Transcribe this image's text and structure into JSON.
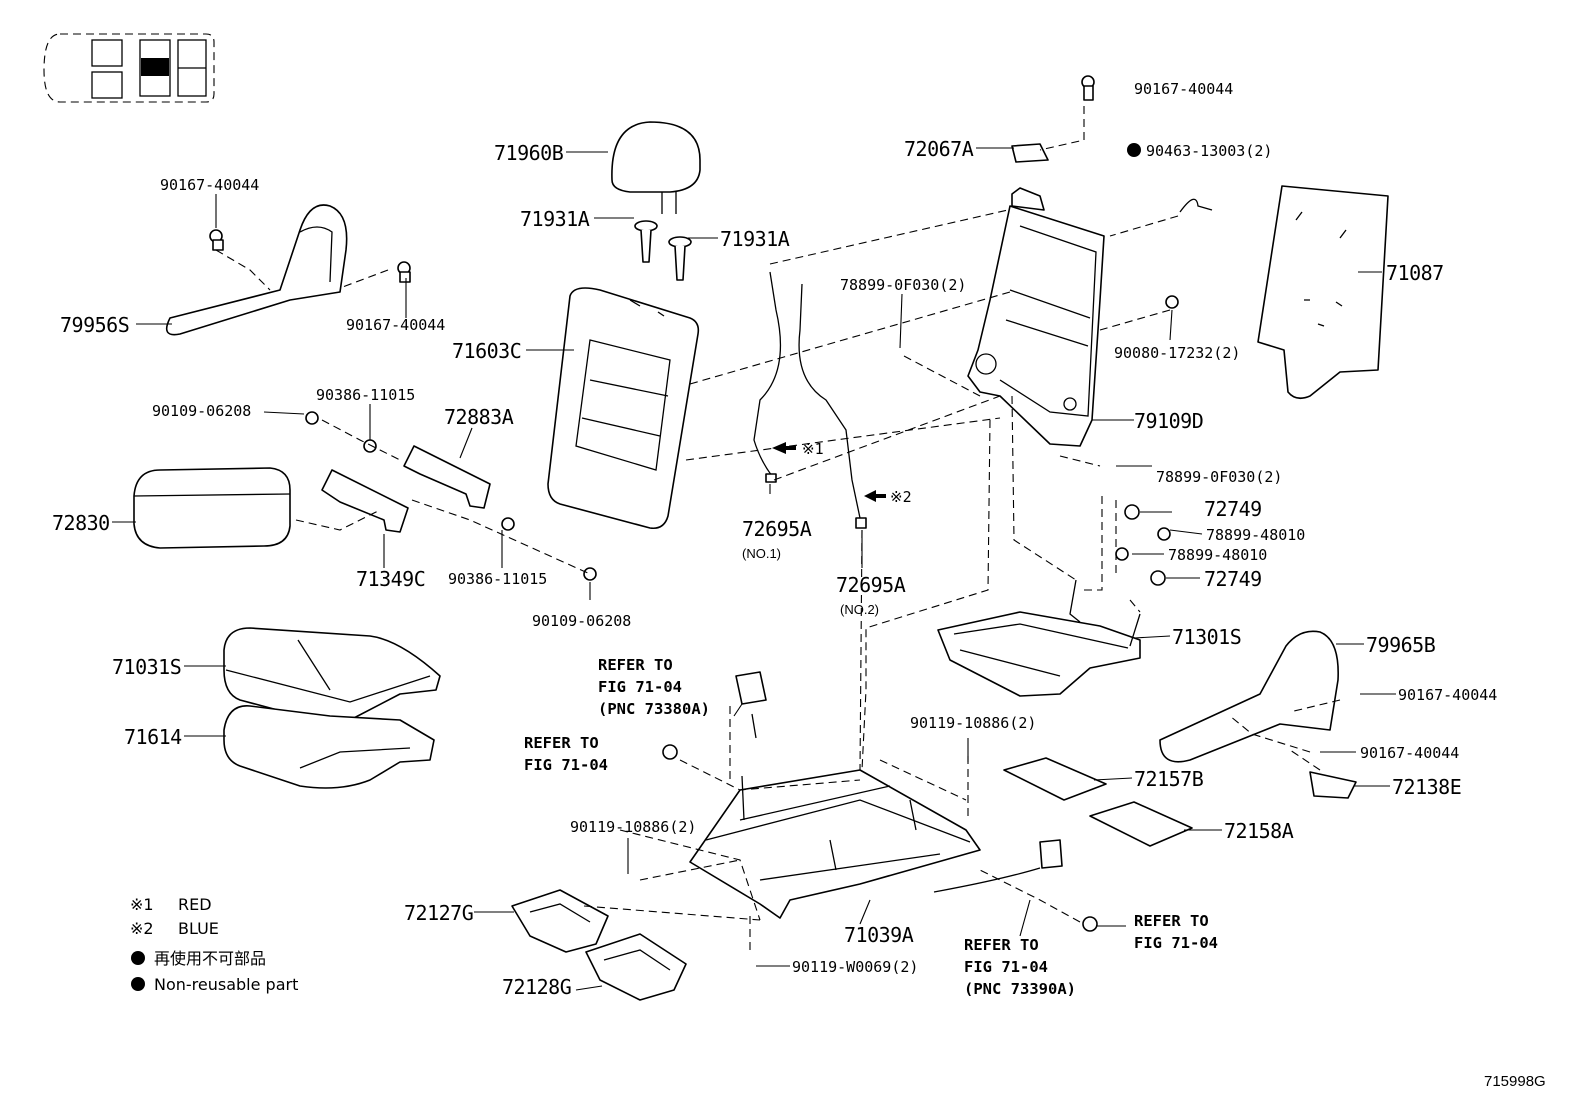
{
  "diagram_id": "715998G",
  "legend": {
    "note1_mark": "※1",
    "note1_text": "RED",
    "note2_mark": "※2",
    "note2_text": "BLUE",
    "nonreusable_jp": "再使用不可部品",
    "nonreusable_en": "Non-reusable part"
  },
  "parts": {
    "p71960B": "71960B",
    "p71931A_l": "71931A",
    "p71931A_r": "71931A",
    "p71603C": "71603C",
    "p79956S": "79956S",
    "p90167_40044_a": "90167-40044",
    "p90167_40044_b": "90167-40044",
    "p90167_40044_c": "90167-40044",
    "p90167_40044_d": "90167-40044",
    "p90167_40044_e": "90167-40044",
    "p90109_06208_a": "90109-06208",
    "p90109_06208_b": "90109-06208",
    "p90386_11015_a": "90386-11015",
    "p90386_11015_b": "90386-11015",
    "p72883A": "72883A",
    "p72830": "72830",
    "p71349C": "71349C",
    "p71031S": "71031S",
    "p71614": "71614",
    "p72067A": "72067A",
    "p90463_13003": "90463-13003(2)",
    "p71087": "71087",
    "p78899_0F030_a": "78899-0F030(2)",
    "p78899_0F030_b": "78899-0F030(2)",
    "p90080_17232": "90080-17232(2)",
    "p79109D": "79109D",
    "p72695A_1": "72695A",
    "p72695A_1_sub": "(NO.1)",
    "p72695A_2": "72695A",
    "p72695A_2_sub": "(NO.2)",
    "p72749_a": "72749",
    "p72749_b": "72749",
    "p78899_48010_a": "78899-48010",
    "p78899_48010_b": "78899-48010",
    "p71301S": "71301S",
    "p79965B": "79965B",
    "p72138E": "72138E",
    "p90119_10886_a": "90119-10886(2)",
    "p90119_10886_b": "90119-10886(2)",
    "p72157B": "72157B",
    "p72158A": "72158A",
    "p72127G": "72127G",
    "p72128G": "72128G",
    "p71039A": "71039A",
    "p90119_W0069": "90119-W0069(2)"
  },
  "callouts": {
    "note1": "※1",
    "note2": "※2"
  },
  "refs": {
    "ref1_l1": "REFER TO",
    "ref1_l2": "FIG 71-04",
    "ref1_l3": "(PNC 73380A)",
    "ref2_l1": "REFER TO",
    "ref2_l2": "FIG 71-04",
    "ref3_l1": "REFER TO",
    "ref3_l2": "FIG 71-04",
    "ref4_l1": "REFER TO",
    "ref4_l2": "FIG 71-04",
    "ref4_l3": "(PNC 73390A)"
  }
}
